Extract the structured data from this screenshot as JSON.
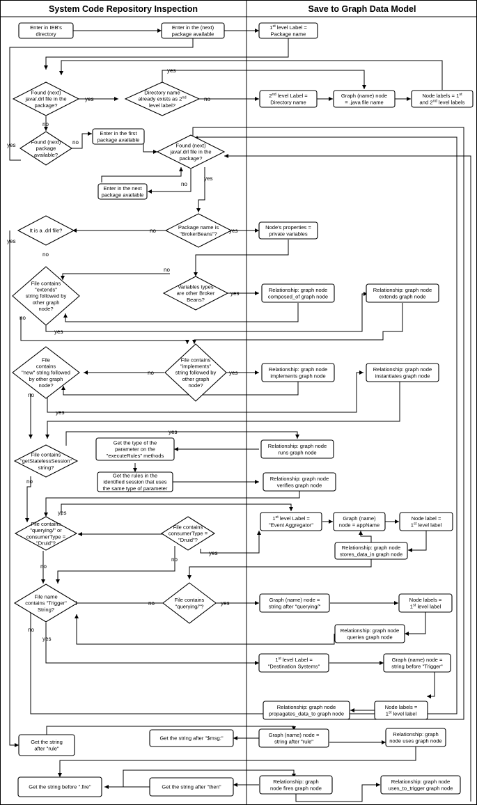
{
  "headers": {
    "left": "System Code Repository Inspection",
    "right": "Save to Graph Data Model"
  },
  "nodes": [
    {
      "id": "n1",
      "shape": "rect",
      "lines": [
        "Enter in IEB's",
        "directory"
      ]
    },
    {
      "id": "n2",
      "shape": "rect",
      "lines": [
        "Enter in the (next)",
        "package available"
      ]
    },
    {
      "id": "n3",
      "shape": "rect",
      "lines": [
        "1st level Label =",
        "Package name"
      ]
    },
    {
      "id": "n4",
      "shape": "diamond",
      "lines": [
        "Found (next)",
        "java/.drl file in the",
        "package?"
      ]
    },
    {
      "id": "n5",
      "shape": "diamond",
      "lines": [
        "Directory name",
        "already exists as 2nd",
        "level label?"
      ]
    },
    {
      "id": "n6",
      "shape": "rect",
      "lines": [
        "2nd level Label =",
        "Directory name"
      ]
    },
    {
      "id": "n7",
      "shape": "rect",
      "lines": [
        "Graph (name) node",
        "= .java file name"
      ]
    },
    {
      "id": "n8",
      "shape": "rect",
      "lines": [
        "Node labels = 1st",
        "and 2nd level labels"
      ]
    },
    {
      "id": "n9",
      "shape": "diamond",
      "lines": [
        "Found (next)",
        "package",
        "available?"
      ]
    },
    {
      "id": "n10",
      "shape": "rect",
      "lines": [
        "Enter in the first",
        "package available"
      ]
    },
    {
      "id": "n11",
      "shape": "diamond",
      "lines": [
        "Found (next)",
        "java/.drl file in the",
        "package?"
      ]
    },
    {
      "id": "n12",
      "shape": "rect",
      "lines": [
        "Enter in the next",
        "package available"
      ]
    },
    {
      "id": "n13",
      "shape": "diamond",
      "lines": [
        "It is a .drl file?"
      ]
    },
    {
      "id": "n14",
      "shape": "diamond",
      "lines": [
        "Package name is",
        "\"BrokerBeans\"?"
      ]
    },
    {
      "id": "n15",
      "shape": "rect",
      "lines": [
        "Node's properties =",
        "private variables"
      ]
    },
    {
      "id": "n16",
      "shape": "diamond",
      "lines": [
        "File contains",
        "\"extends\"",
        "string followed by",
        "other graph",
        "node?"
      ]
    },
    {
      "id": "n17",
      "shape": "diamond",
      "lines": [
        "Variables types",
        "are other Broker",
        "Beans?"
      ]
    },
    {
      "id": "n18",
      "shape": "rect",
      "lines": [
        "Relationship: graph node",
        "composed_of graph node"
      ]
    },
    {
      "id": "n19",
      "shape": "rect",
      "lines": [
        "Relationship: graph node",
        "extends graph node"
      ]
    },
    {
      "id": "n20",
      "shape": "diamond",
      "lines": [
        "File",
        "contains",
        "\"new\" string followed",
        "by other graph",
        "node?"
      ]
    },
    {
      "id": "n21",
      "shape": "diamond",
      "lines": [
        "File contains",
        "\"implements\"",
        "string followed by",
        "other graph",
        "node?"
      ]
    },
    {
      "id": "n22",
      "shape": "rect",
      "lines": [
        "Relationship: graph node",
        "implements graph node"
      ]
    },
    {
      "id": "n23",
      "shape": "rect",
      "lines": [
        "Relationship: graph node",
        "instantiates graph node"
      ]
    },
    {
      "id": "n24",
      "shape": "diamond",
      "lines": [
        "File contains",
        "\"getStatelessSession\"",
        "string?"
      ]
    },
    {
      "id": "n25",
      "shape": "rect",
      "lines": [
        "Get the type of the",
        "parameter on the",
        "\"executeRules\" methods"
      ]
    },
    {
      "id": "n26",
      "shape": "rect",
      "lines": [
        "Relationship: graph node",
        "runs graph node"
      ]
    },
    {
      "id": "n27",
      "shape": "rect",
      "lines": [
        "Get the rules in the",
        "identified session that uses",
        "the same type of parameter"
      ]
    },
    {
      "id": "n28",
      "shape": "rect",
      "lines": [
        "Relationship: graph node",
        "verifies graph node"
      ]
    },
    {
      "id": "n29",
      "shape": "diamond",
      "lines": [
        "File contains",
        "\"querying/\" or",
        "consumerType =",
        "\"Druid\"?"
      ]
    },
    {
      "id": "n30",
      "shape": "diamond",
      "lines": [
        "File contains",
        "consumerType =",
        "\"Druid\"?"
      ]
    },
    {
      "id": "n31",
      "shape": "rect",
      "lines": [
        "1st level Label =",
        "\"Event Aggregator\""
      ]
    },
    {
      "id": "n32",
      "shape": "rect",
      "lines": [
        "Graph (name)",
        "node = appName"
      ]
    },
    {
      "id": "n33",
      "shape": "rect",
      "lines": [
        "Node label =",
        "1st level label"
      ]
    },
    {
      "id": "n34",
      "shape": "rect",
      "lines": [
        "Relationship: graph node",
        "stores_data_in graph node"
      ]
    },
    {
      "id": "n35",
      "shape": "diamond",
      "lines": [
        "File name",
        "contains \"Trigger\"",
        "String?"
      ]
    },
    {
      "id": "n36",
      "shape": "diamond",
      "lines": [
        "File contains",
        "\"querying/\"?"
      ]
    },
    {
      "id": "n37",
      "shape": "rect",
      "lines": [
        "Graph (name) node =",
        "string after \"querying/\""
      ]
    },
    {
      "id": "n38",
      "shape": "rect",
      "lines": [
        "Node labels =",
        "1st level label"
      ]
    },
    {
      "id": "n39",
      "shape": "rect",
      "lines": [
        "Relationship: graph node",
        "queries graph node"
      ]
    },
    {
      "id": "n40",
      "shape": "rect",
      "lines": [
        "1st level Label =",
        "\"Destination Systems\""
      ]
    },
    {
      "id": "n41",
      "shape": "rect",
      "lines": [
        "Graph (name) node =",
        "string before \"Trigger\""
      ]
    },
    {
      "id": "n42",
      "shape": "rect",
      "lines": [
        "Node labels =",
        "1st level label"
      ]
    },
    {
      "id": "n43",
      "shape": "rect",
      "lines": [
        "Relationship: graph node",
        "propagates_data_to graph node"
      ]
    },
    {
      "id": "n44",
      "shape": "rect",
      "lines": [
        "Get the string",
        "after \"rule\""
      ]
    },
    {
      "id": "n45",
      "shape": "rect",
      "lines": [
        "Get the string after \"$msg:\""
      ]
    },
    {
      "id": "n46",
      "shape": "rect",
      "lines": [
        "Graph (name) node =",
        "string after \"rule\""
      ]
    },
    {
      "id": "n47",
      "shape": "rect",
      "lines": [
        "Relationship: graph",
        "node uses graph node"
      ]
    },
    {
      "id": "n48",
      "shape": "rect",
      "lines": [
        "Get the string before \".fire\""
      ]
    },
    {
      "id": "n49",
      "shape": "rect",
      "lines": [
        "Get the string after \"then\""
      ]
    },
    {
      "id": "n50",
      "shape": "rect",
      "lines": [
        "Relationship: graph",
        "node fires graph node"
      ]
    },
    {
      "id": "n51",
      "shape": "rect",
      "lines": [
        "Relationship: graph node",
        "uses_to_trigger graph node"
      ]
    }
  ],
  "edge_labels": [
    {
      "id": "yes-a",
      "text": "yes"
    },
    {
      "id": "yes-b",
      "text": "yes"
    },
    {
      "id": "no-a",
      "text": "no"
    },
    {
      "id": "no-b",
      "text": "no"
    },
    {
      "id": "yes-c",
      "text": "yes"
    },
    {
      "id": "no-c",
      "text": "no"
    },
    {
      "id": "yes-d",
      "text": "yes"
    },
    {
      "id": "no-d",
      "text": "no"
    },
    {
      "id": "no-e",
      "text": "no"
    },
    {
      "id": "yes-e",
      "text": "yes"
    },
    {
      "id": "yes-f",
      "text": "yes"
    },
    {
      "id": "no-f",
      "text": "no"
    },
    {
      "id": "no-g",
      "text": "no"
    },
    {
      "id": "yes-g",
      "text": "yes"
    },
    {
      "id": "no-h",
      "text": "no"
    },
    {
      "id": "yes-h",
      "text": "yes"
    },
    {
      "id": "no-i",
      "text": "no"
    },
    {
      "id": "yes-i",
      "text": "yes"
    },
    {
      "id": "no-j",
      "text": "no"
    },
    {
      "id": "yes-j",
      "text": "yes"
    },
    {
      "id": "no-k",
      "text": "no"
    },
    {
      "id": "yes-k",
      "text": "yes"
    },
    {
      "id": "yes-l",
      "text": "yes"
    },
    {
      "id": "no-l",
      "text": "no"
    },
    {
      "id": "yes-m",
      "text": "yes"
    },
    {
      "id": "no-m",
      "text": "no"
    },
    {
      "id": "no-n",
      "text": "no"
    },
    {
      "id": "yes-n",
      "text": "yes"
    },
    {
      "id": "no-o",
      "text": "no"
    },
    {
      "id": "yes-o",
      "text": "yes"
    }
  ]
}
